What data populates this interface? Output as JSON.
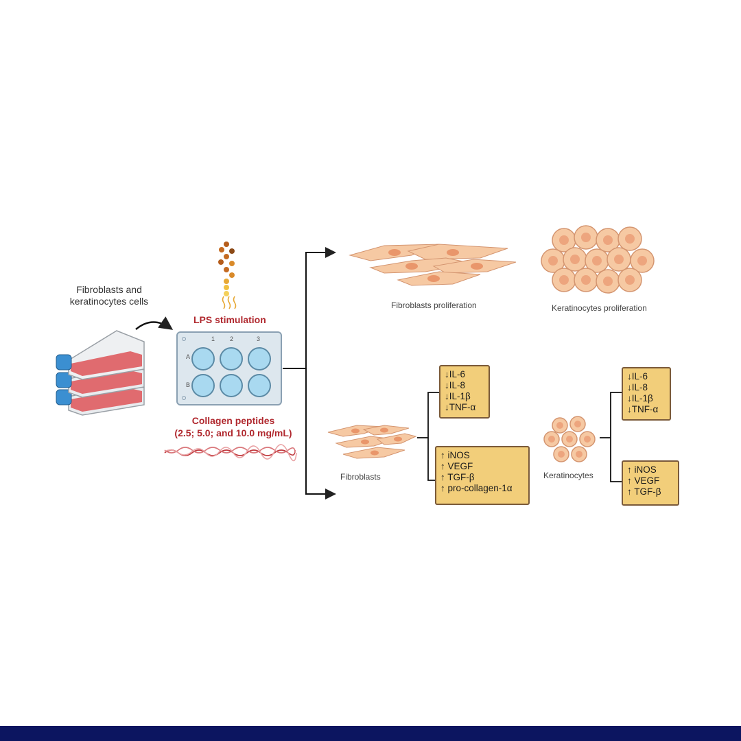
{
  "input": {
    "label_line1": "Fibroblasts and",
    "label_line2": "keratinocytes cells"
  },
  "treatment": {
    "lps_label": "LPS stimulation",
    "collagen_label": "Collagen peptides",
    "collagen_conc": "(2.5; 5.0; and 10.0 mg/mL)",
    "plate_cols": [
      "1",
      "2",
      "3"
    ],
    "plate_rows": [
      "A",
      "B"
    ]
  },
  "proliferation": {
    "fibroblasts_label": "Fibroblasts proliferation",
    "keratinocytes_label": "Keratinocytes proliferation"
  },
  "fibroblasts": {
    "label": "Fibroblasts",
    "down": [
      "↓IL-6",
      "↓IL-8",
      "↓IL-1β",
      "↓TNF-α"
    ],
    "up": [
      "↑ iNOS",
      "↑ VEGF",
      "↑ TGF-β",
      "↑ pro-collagen-1α"
    ]
  },
  "keratinocytes": {
    "label": "Keratinocytes",
    "down": [
      "↓IL-6",
      "↓IL-8",
      "↓IL-1β",
      "↓TNF-α"
    ],
    "up": [
      "↑ iNOS",
      "↑ VEGF",
      "↑ TGF-β"
    ]
  },
  "colors": {
    "accent_red": "#b0282e",
    "cell": "#f6c9a3",
    "box": "#f2ce7a",
    "footer": "#0c1560"
  }
}
